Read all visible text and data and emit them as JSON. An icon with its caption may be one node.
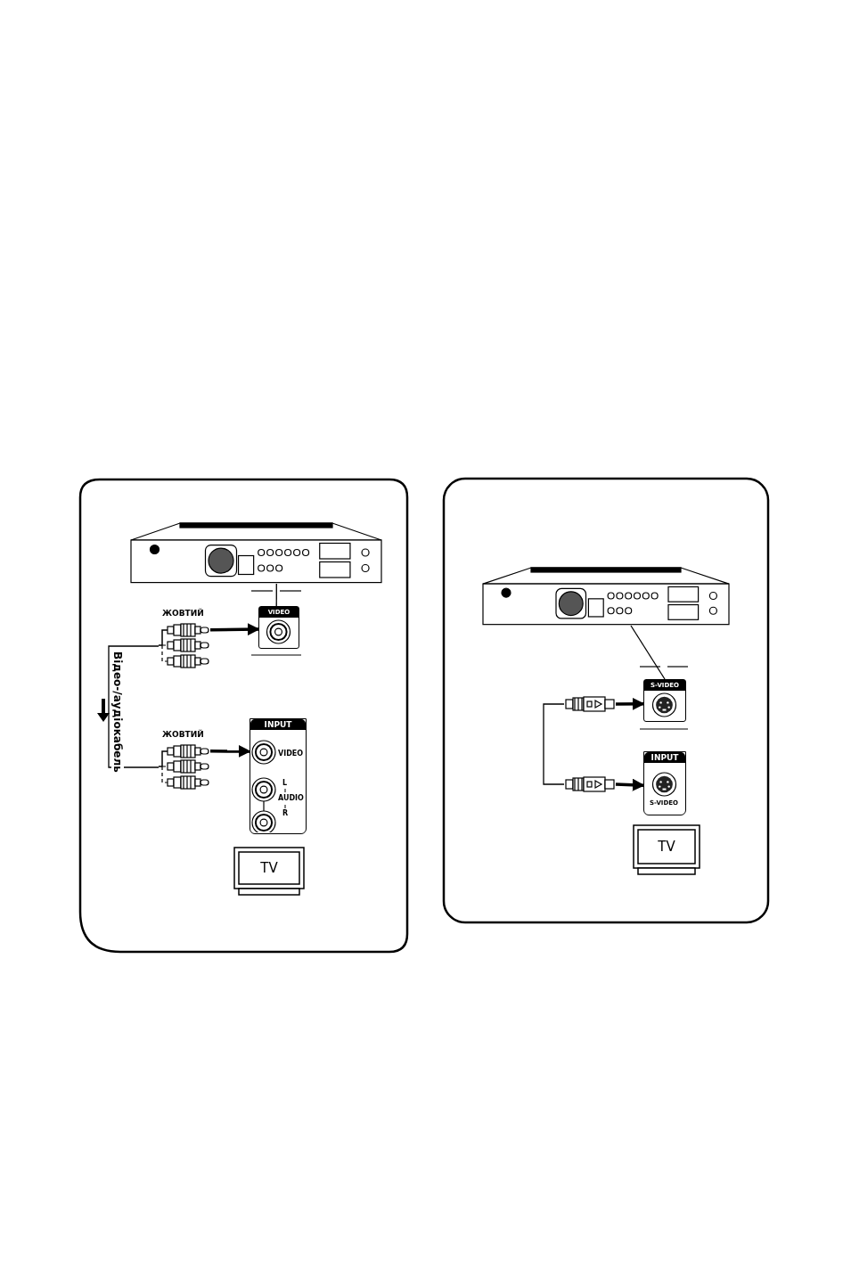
{
  "diagram": {
    "nodes": [
      {
        "text": [],
        "shape": "picture"
      },
      {
        "text": [
          "VIDEO"
        ]
      },
      {
        "text": [
          "ЖОВТИЙ"
        ]
      },
      {
        "text": [
          "ЖОВТИЙ"
        ]
      },
      {
        "text": [
          "INPUT",
          "VIDEO",
          "L",
          "AUDIO",
          "R"
        ]
      },
      {
        "text": [
          "TV"
        ]
      },
      {
        "text": [],
        "shape": "picture"
      },
      {
        "text": [
          "S-VIDEO"
        ]
      },
      {
        "text": [],
        "shape": "plug"
      },
      {
        "text": [],
        "shape": "plug"
      },
      {
        "text": [
          "INPUT",
          "S-VIDEO"
        ]
      },
      {
        "text": [
          "TV"
        ]
      }
    ],
    "edges": [
      {
        "from": 0,
        "to": 1,
        "arrow": "none"
      },
      {
        "from": 2,
        "to": 1,
        "arrow": "to",
        "style": "thick"
      },
      {
        "from": 2,
        "to": 3,
        "arrow": "none",
        "label": "Відео-/аудіокабель"
      },
      {
        "from": 3,
        "to": 4,
        "arrow": "to",
        "style": "thick"
      },
      {
        "from": 6,
        "to": 7,
        "arrow": "none"
      },
      {
        "from": 8,
        "to": 7,
        "arrow": "to",
        "style": "thick"
      },
      {
        "from": 8,
        "to": 9,
        "arrow": "none"
      },
      {
        "from": 9,
        "to": 10,
        "arrow": "to",
        "style": "thick"
      }
    ]
  }
}
